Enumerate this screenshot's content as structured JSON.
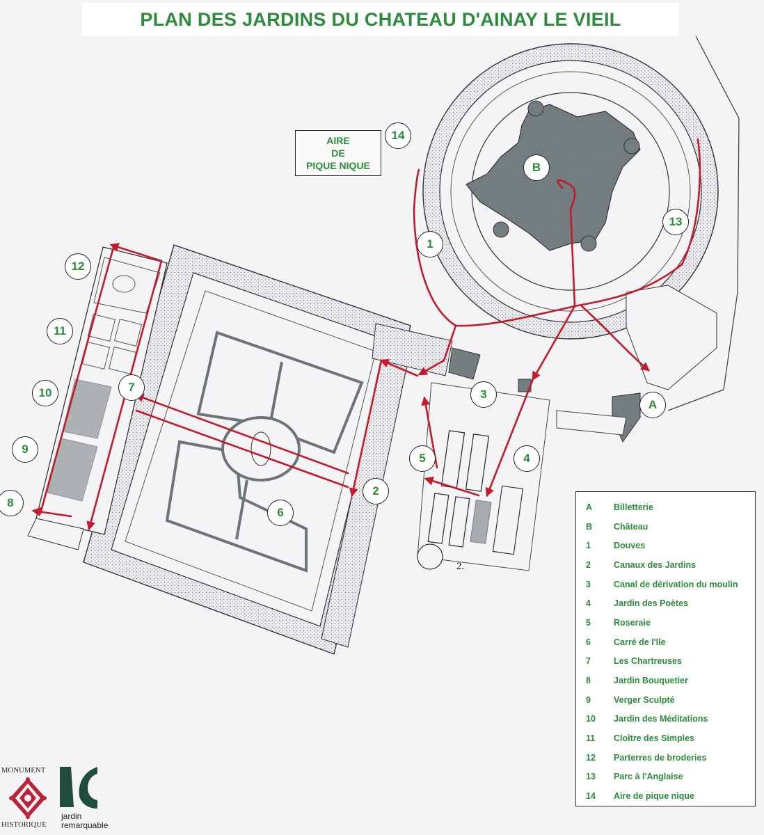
{
  "title": "PLAN DES JARDINS DU CHATEAU D'AINAY LE VIEIL",
  "picnic_box": {
    "line1": "AIRE",
    "line2": "DE",
    "line3": "PIQUE NIQUE"
  },
  "markers": [
    "A",
    "B",
    "1",
    "2",
    "3",
    "4",
    "5",
    "6",
    "7",
    "8",
    "9",
    "10",
    "11",
    "12",
    "13",
    "14"
  ],
  "legend": [
    {
      "key": "A",
      "label": "Billetterie"
    },
    {
      "key": "B",
      "label": "Château"
    },
    {
      "key": "1",
      "label": "Douves"
    },
    {
      "key": "2",
      "label": "Canaux des Jardins"
    },
    {
      "key": "3",
      "label": "Canal de dérivation du moulin"
    },
    {
      "key": "4",
      "label": "Jardin des Poètes"
    },
    {
      "key": "5",
      "label": "Roseraie"
    },
    {
      "key": "6",
      "label": "Carré de l'Ile"
    },
    {
      "key": "7",
      "label": "Les Chartreuses"
    },
    {
      "key": "8",
      "label": "Jardin Bouquetier"
    },
    {
      "key": "9",
      "label": "Verger Sculpté"
    },
    {
      "key": "10",
      "label": "Jardin des Méditations"
    },
    {
      "key": "11",
      "label": "Cloître des Simples"
    },
    {
      "key": "12",
      "label": "Parterres de broderies"
    },
    {
      "key": "13",
      "label": "Parc à l'Anglaise"
    },
    {
      "key": "14",
      "label": "Aire de pique nique"
    }
  ],
  "plate_label": "2.",
  "logos": {
    "monument_line1": "MONUMENT",
    "monument_line2": "HISTORIQUE",
    "jardin_line1": "jardin",
    "jardin_line2": "remarquable"
  },
  "colors": {
    "title_green": "#2e8b3e",
    "route_red": "#c41a2c",
    "hatch_grey": "#8a8f92",
    "building_dark": "#5a6466",
    "logo_red": "#b8243a",
    "logo_green": "#1f4c3e"
  }
}
